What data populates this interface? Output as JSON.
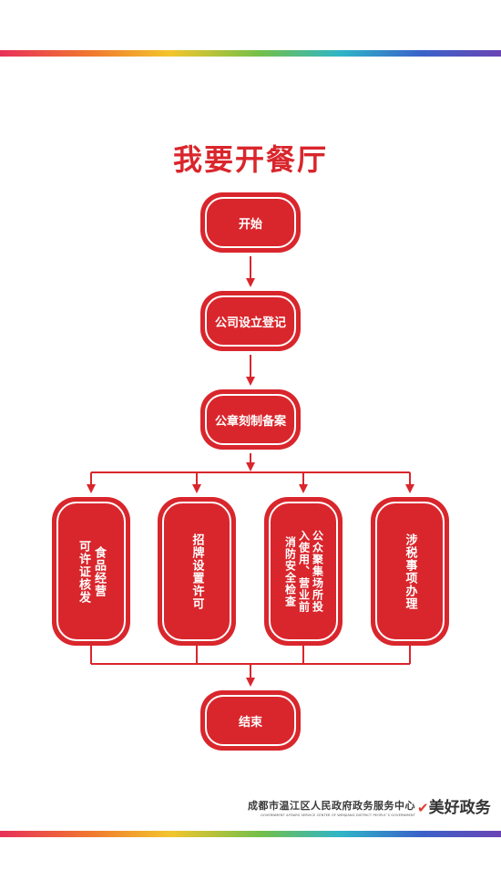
{
  "title": "我要开餐厅",
  "nodes": {
    "start": "开始",
    "register": "公司设立登记",
    "seal": "公章刻制备案",
    "food": "食品经营\n可许证核发",
    "sign": "招牌设置许可",
    "fire": "公众聚集场所投\n入使用、营业前\n消防安全检查",
    "tax": "涉税事项办理",
    "end": "结束"
  },
  "footer": {
    "center_name": "成都市温江区人民政府政务服务中心",
    "center_name_en": "GOVERNMENT AFFAIRS SERVICE CENTER OF WENJIANG DISTRICT PEOPLE`S GOVERNMENT",
    "brand": "美好政务"
  },
  "colors": {
    "accent": "#d9262c",
    "stripe": [
      "#e8305a",
      "#f0782f",
      "#f3c52d",
      "#73c04a",
      "#2fb5c8",
      "#3a62c9",
      "#6a45b4"
    ]
  }
}
